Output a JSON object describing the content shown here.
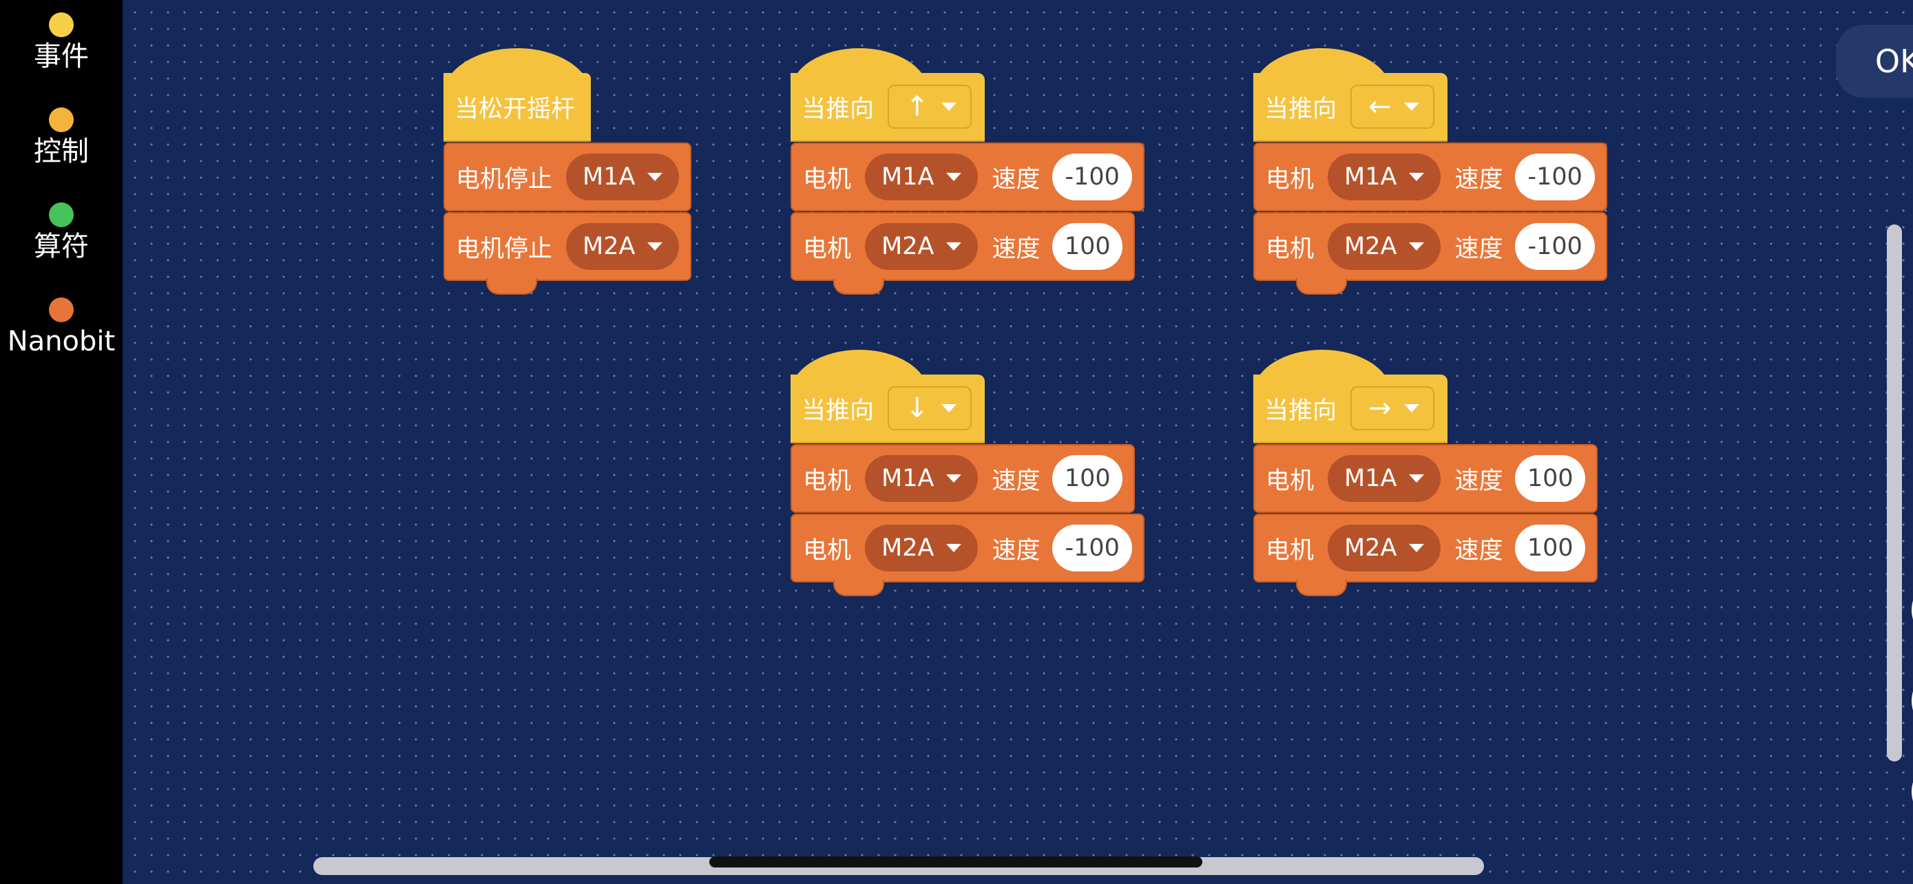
{
  "sidebar": {
    "categories": [
      {
        "label": "事件",
        "color": "#f7d046"
      },
      {
        "label": "控制",
        "color": "#f5b33d"
      },
      {
        "label": "算符",
        "color": "#46c25a"
      },
      {
        "label": "Nanobit",
        "color": "#e8743a"
      }
    ]
  },
  "blocks": {
    "release": {
      "hat": "当松开摇杆",
      "stop_label": "电机停止",
      "motor1": "M1A",
      "motor2": "M2A"
    },
    "motor_label": "电机",
    "speed_label": "速度",
    "push_label": "当推向",
    "up": {
      "direction": "↑",
      "motor1": "M1A",
      "speed1": "-100",
      "motor2": "M2A",
      "speed2": "100"
    },
    "left": {
      "direction": "←",
      "motor1": "M1A",
      "speed1": "-100",
      "motor2": "M2A",
      "speed2": "-100"
    },
    "down": {
      "direction": "↓",
      "motor1": "M1A",
      "speed1": "100",
      "motor2": "M2A",
      "speed2": "-100"
    },
    "right": {
      "direction": "→",
      "motor1": "M1A",
      "speed1": "100",
      "motor2": "M2A",
      "speed2": "100"
    }
  },
  "controls": {
    "ok_label": "OK",
    "icons": {
      "zoom_in": "zoom-in-icon",
      "zoom_out": "zoom-out-icon",
      "reset": "reset-zoom-icon"
    }
  }
}
